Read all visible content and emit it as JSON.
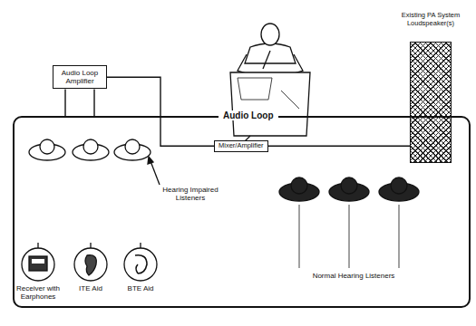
{
  "diagram": {
    "nodes": [
      {
        "text": [
          "Audio Loop Amplifier"
        ]
      },
      {
        "text": [
          "Mixer/Amplifier"
        ]
      },
      {
        "text": [
          "Existing PA System Loudspeaker(s)"
        ]
      },
      {
        "text": [
          "Audio Loop"
        ]
      }
    ],
    "edges": [
      {
        "from": 1,
        "to": 0,
        "arrow": "none"
      },
      {
        "from": 1,
        "to": 2,
        "arrow": "none"
      },
      {
        "from": 0,
        "to": 3,
        "arrow": "none"
      }
    ],
    "labels": [
      "Hearing Impaired Listeners",
      "Receiver with Earphones",
      "ITE Aid",
      "BTE Aid",
      "Normal Hearing Listeners"
    ]
  }
}
